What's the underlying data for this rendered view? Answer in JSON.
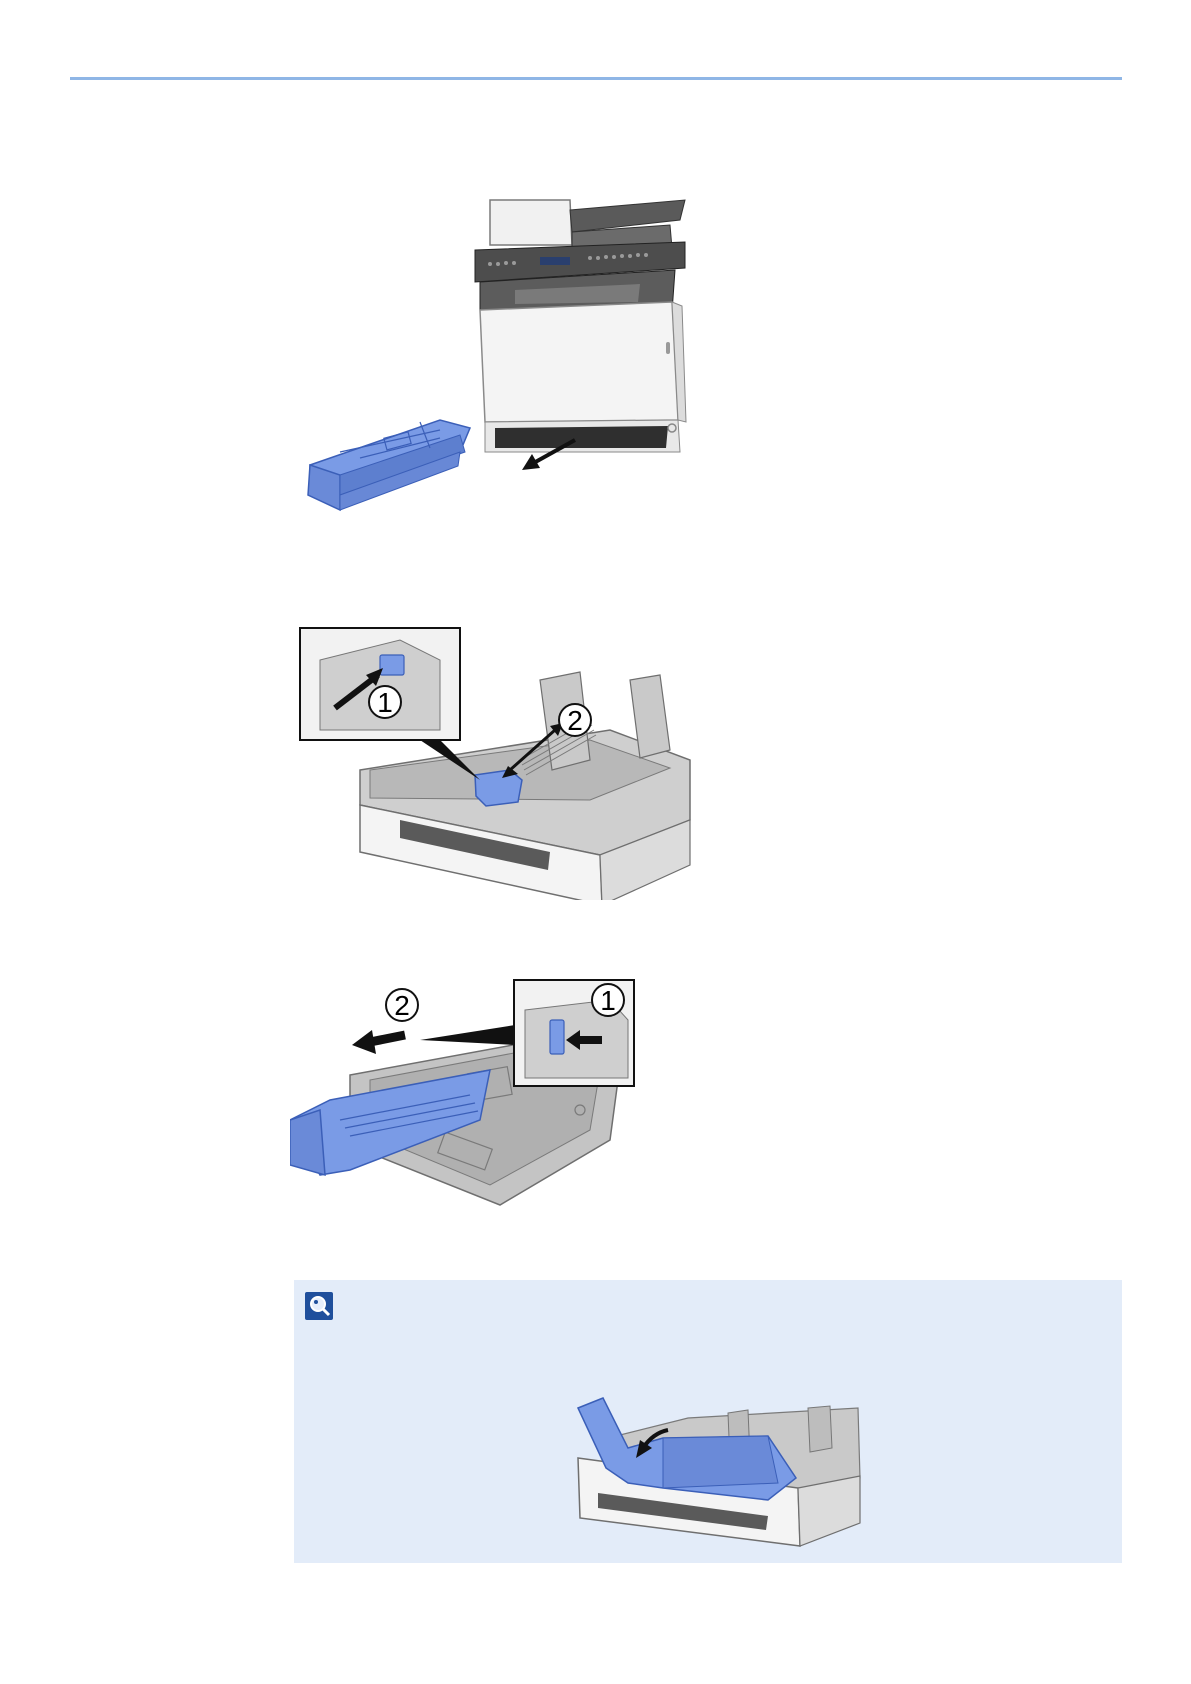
{
  "page": {
    "rule_color": "#8fb6e6",
    "accent_blue": "#6f8fe0",
    "note_bg": "#e3ecf9",
    "note_icon_color": "#1f4f9c"
  },
  "figures": [
    {
      "name": "printer-cassette-removal",
      "icon": "printer-with-cassette-pulled-out"
    },
    {
      "name": "width-guide-adjust",
      "icon": "cassette-width-guide",
      "callouts": [
        "1",
        "2"
      ]
    },
    {
      "name": "length-guide-adjust",
      "icon": "cassette-length-guide",
      "callouts": [
        "1",
        "2"
      ]
    }
  ],
  "note": {
    "icon": "note-magnifier-icon",
    "figure": "cassette-stopper-fold"
  }
}
